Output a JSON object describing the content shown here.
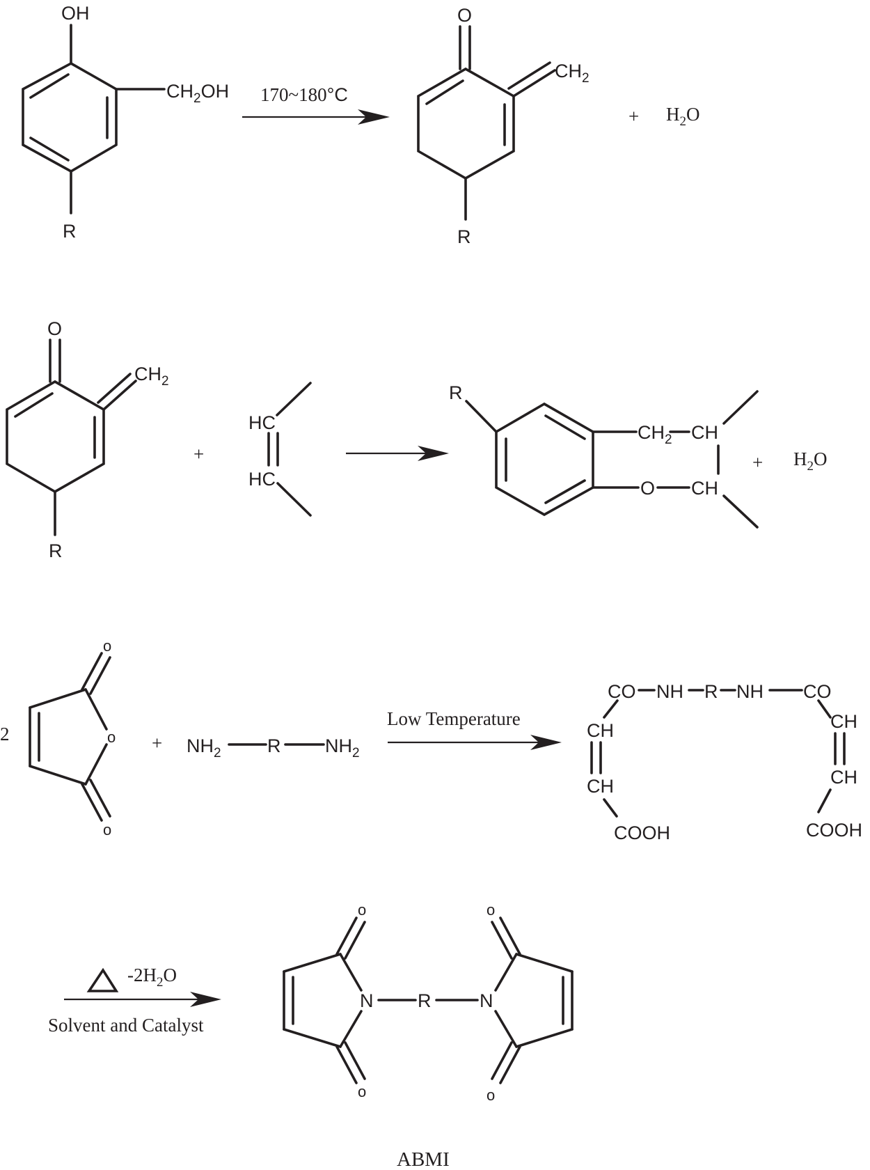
{
  "reaction1": {
    "reactant": {
      "hydroxyl": "OH",
      "methylol": "CH",
      "methylol_sub": "2",
      "methylol_tail": "OH",
      "substituent": "R"
    },
    "condition": "170~180",
    "condition_unit": "°C",
    "product": {
      "oxo": "O",
      "methylene": "CH",
      "methylene_sub": "2",
      "substituent": "R"
    },
    "plus": "+",
    "water": {
      "h": "H",
      "sub": "2",
      "o": "O"
    }
  },
  "reaction2": {
    "reactant": {
      "oxo": "O",
      "methylene": "CH",
      "methylene_sub": "2",
      "substituent": "R"
    },
    "plus1": "+",
    "alkene": {
      "top": "HC",
      "bottom": "HC"
    },
    "product": {
      "substituent": "R",
      "ch2": "CH",
      "ch2_sub": "2",
      "ch_top": "CH",
      "oxygen": "O",
      "ch_bottom": "CH"
    },
    "plus2": "+",
    "water": {
      "h": "H",
      "sub": "2",
      "o": "O"
    }
  },
  "reaction3": {
    "coefficient": "2",
    "anhydride": {
      "o_top": "o",
      "o_ring": "o",
      "o_bottom": "o"
    },
    "plus": "+",
    "diamine": {
      "nh_left": "NH",
      "nh_left_sub": "2",
      "r": "R",
      "nh_right": "NH",
      "nh_right_sub": "2"
    },
    "condition": "Low Temperature",
    "product": {
      "co_left": "CO",
      "nh_left": "NH",
      "r": "R",
      "nh_right": "NH",
      "co_right": "CO",
      "ch_l1": "CH",
      "ch_l2": "CH",
      "cooh_left": "COOH",
      "ch_r1": "CH",
      "ch_r2": "CH",
      "cooh_right": "COOH"
    }
  },
  "reaction4": {
    "water_removed": {
      "prefix": "-2H",
      "sub": "2",
      "o": "O"
    },
    "condition": "Solvent and Catalyst",
    "product": {
      "o_tl": "o",
      "o_bl": "o",
      "o_tr": "o",
      "o_br": "o",
      "n_left": "N",
      "r": "R",
      "n_right": "N"
    },
    "name": "ABMI"
  }
}
